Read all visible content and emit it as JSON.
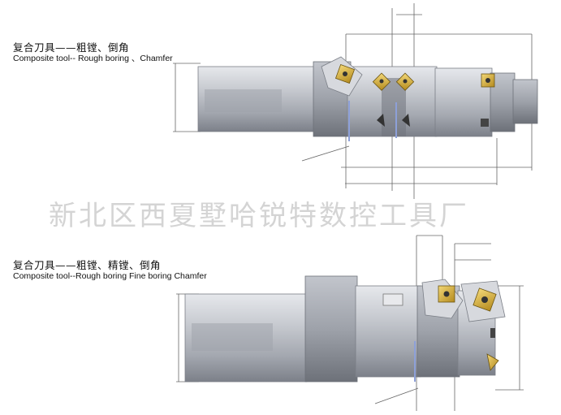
{
  "figure1": {
    "caption_zh": "复合刀具——粗镗、倒角",
    "caption_en": "Composite tool-- Rough boring 、Chamfer"
  },
  "figure2": {
    "caption_zh": "复合刀具——粗镗、精镗、倒角",
    "caption_en": "Composite tool--Rough boring  Fine boring  Chamfer"
  },
  "watermark": "新北区西夏墅哈锐特数控工具厂",
  "colors": {
    "body_metal": "#b9bcc3",
    "body_shadow": "#8e929b",
    "insert_gold": "#d8b23a",
    "dim_line": "#555555"
  }
}
